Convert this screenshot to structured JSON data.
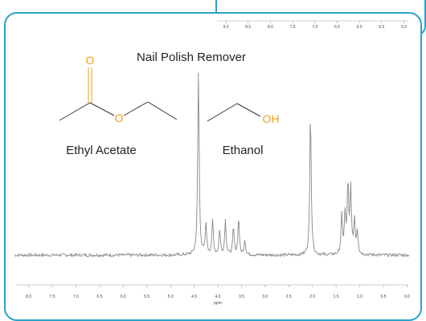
{
  "title": "Nail Polish Remover",
  "molecules": {
    "ethyl_acetate": {
      "label": "Ethyl Acetate",
      "carbonyl_o": "O",
      "ester_o": "O"
    },
    "ethanol": {
      "label": "Ethanol",
      "hydroxyl": "OH"
    }
  },
  "colors": {
    "frame": "#2aa3c9",
    "heteroatom": "#f39c12",
    "trace": "#888888",
    "bond": "#333333"
  },
  "chart_data": [
    {
      "type": "line",
      "xlabel": "",
      "ylabel": "",
      "x_reversed": true,
      "xlim": [
        9.2,
        4.9
      ],
      "ticks": [
        "9.0",
        "8.5",
        "8.0",
        "7.5",
        "7.0",
        "6.5",
        "6.0",
        "5.5",
        "5.0"
      ],
      "tick_values": [
        9.0,
        8.5,
        8.0,
        7.5,
        7.0,
        6.5,
        6.0,
        5.5,
        5.0
      ],
      "series": [
        {
          "x": [],
          "y": []
        }
      ]
    },
    {
      "type": "line",
      "title": "Nail Polish Remover",
      "xlabel": "ppm",
      "x_reversed": true,
      "xlim": [
        8.3,
        -0.3
      ],
      "ylim": [
        0,
        100
      ],
      "ticks": [
        "8.0",
        "7.5",
        "7.0",
        "6.5",
        "6.0",
        "5.5",
        "5.0",
        "4.5",
        "4.0",
        "3.5",
        "3.0",
        "2.5",
        "2.0",
        "1.5",
        "1.0",
        "0.5",
        "0.0"
      ],
      "tick_values": [
        8.0,
        7.5,
        7.0,
        6.5,
        6.0,
        5.5,
        5.0,
        4.5,
        4.0,
        3.5,
        3.0,
        2.5,
        2.0,
        1.5,
        1.0,
        0.5,
        0.0
      ],
      "baseline": 3,
      "peaks": [
        {
          "ppm": 4.41,
          "height": 96
        },
        {
          "ppm": 4.25,
          "height": 16
        },
        {
          "ppm": 4.11,
          "height": 18
        },
        {
          "ppm": 3.96,
          "height": 13
        },
        {
          "ppm": 3.84,
          "height": 18
        },
        {
          "ppm": 3.67,
          "height": 14
        },
        {
          "ppm": 3.56,
          "height": 19
        },
        {
          "ppm": 3.43,
          "height": 8
        },
        {
          "ppm": 2.04,
          "height": 75
        },
        {
          "ppm": 1.38,
          "height": 20
        },
        {
          "ppm": 1.31,
          "height": 20
        },
        {
          "ppm": 1.25,
          "height": 36
        },
        {
          "ppm": 1.19,
          "height": 34
        },
        {
          "ppm": 1.11,
          "height": 18
        },
        {
          "ppm": 1.05,
          "height": 12
        }
      ]
    }
  ]
}
